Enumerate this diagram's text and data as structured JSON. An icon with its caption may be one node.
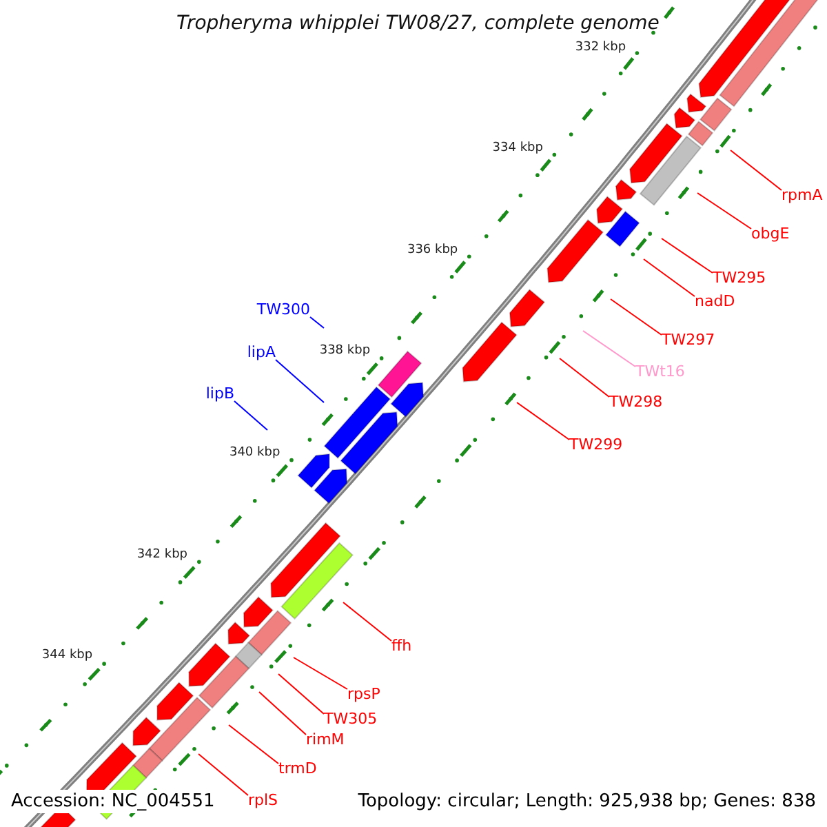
{
  "diagram": {
    "title": "Tropheryma whipplei TW08/27, complete genome",
    "nodes": [
      {
        "text": [
          "rpmA"
        ]
      },
      {
        "text": [
          "obgE"
        ]
      },
      {
        "text": [
          "TW295"
        ]
      },
      {
        "text": [
          "nadD"
        ]
      },
      {
        "text": [
          "TW300"
        ]
      },
      {
        "text": [
          "TW297"
        ]
      },
      {
        "text": [
          "lipA"
        ]
      },
      {
        "text": [
          "TWt16"
        ]
      },
      {
        "text": [
          "lipB"
        ]
      },
      {
        "text": [
          "TW298"
        ]
      },
      {
        "text": [
          "TW299"
        ]
      },
      {
        "text": [
          "ffh"
        ]
      },
      {
        "text": [
          "rpsP"
        ]
      },
      {
        "text": [
          "TW305"
        ]
      },
      {
        "text": [
          "rimM"
        ]
      },
      {
        "text": [
          "trmD"
        ]
      },
      {
        "text": [
          "rplS"
        ]
      }
    ],
    "edges": [
      {
        "from": 0,
        "to": null,
        "arrow": "none"
      },
      {
        "from": 1,
        "to": null,
        "arrow": "none"
      },
      {
        "from": 2,
        "to": null,
        "arrow": "none"
      },
      {
        "from": 3,
        "to": null,
        "arrow": "none"
      },
      {
        "from": 4,
        "to": null,
        "arrow": "none",
        "color": "#0000ff"
      },
      {
        "from": 5,
        "to": null,
        "arrow": "none"
      },
      {
        "from": 6,
        "to": null,
        "arrow": "none",
        "color": "#0000ff"
      },
      {
        "from": 7,
        "to": null,
        "arrow": "none",
        "color": "#ff99cc"
      },
      {
        "from": 8,
        "to": null,
        "arrow": "none",
        "color": "#0000ff"
      },
      {
        "from": 9,
        "to": null,
        "arrow": "none"
      },
      {
        "from": 10,
        "to": null,
        "arrow": "none"
      },
      {
        "from": 11,
        "to": null,
        "arrow": "none"
      },
      {
        "from": 12,
        "to": null,
        "arrow": "none"
      },
      {
        "from": 13,
        "to": null,
        "arrow": "none"
      },
      {
        "from": 14,
        "to": null,
        "arrow": "none"
      },
      {
        "from": 15,
        "to": null,
        "arrow": "none"
      },
      {
        "from": 16,
        "to": null,
        "arrow": "none"
      }
    ],
    "labels": [
      "332 kbp",
      "334 kbp",
      "336 kbp",
      "338 kbp",
      "340 kbp",
      "342 kbp",
      "344 kbp",
      "Accession: NC_004551",
      "Topology: circular; Length: 925,938 bp; Genes: 838"
    ]
  }
}
